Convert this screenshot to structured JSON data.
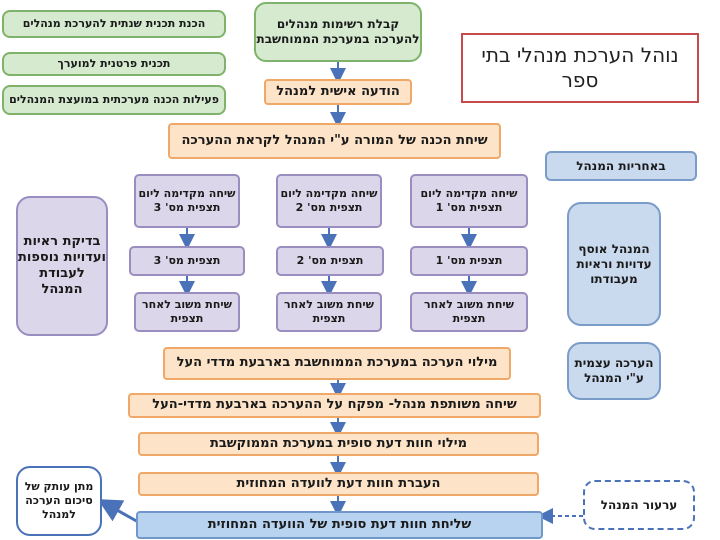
{
  "title": "נוהל הערכת מנהלי בתי ספר",
  "left_green": [
    "הכנת תכנית שנתית להערכת מנהלים",
    "תכנית פרטנית למוערך",
    "פעילות הכנה מערכתית במועצת המנהלים"
  ],
  "flow": {
    "receive_list": "קבלת רשימות מנהלים להערכה במערכת הממוחשבת",
    "personal_notice": "הודעה אישית למנהל",
    "prep_talk": "שיחת הכנה של המורה ע\"י המנהל לקראת ההערכה",
    "columns": [
      {
        "pre": "שיחה מקדימה ליום תצפית מס' 1",
        "obs": "תצפית מס'  1",
        "feedback": "שיחת משוב לאחר תצפית"
      },
      {
        "pre": "שיחה מקדימה ליום תצפית מס' 2",
        "obs": "תצפית מס'  2",
        "feedback": "שיחת משוב לאחר תצפית"
      },
      {
        "pre": "שיחה מקדימה ליום תצפית מס' 3",
        "obs": "תצפית מס'  3",
        "feedback": "שיחת משוב לאחר תצפית"
      }
    ],
    "fill_eval": "מילוי הערכה במערכת הממוחשבת בארבעת מדדי העל",
    "joint_talk": "שיחה משותפת מנהל- מפקח על ההערכה בארבעת מדדי-העל",
    "final_opinion": "מילוי חוות דעת סופית במערכת הממוקשבת",
    "transfer": "העברת חוות דעת לוועדה המחוזית",
    "send_final": "שליחת חוות דעת סופית של הוועדה המחוזית"
  },
  "left_lavender": "בדיקת ראיות ועדויות נוספות לעבודת המנהל",
  "right": {
    "responsibility": "באחריות המנהל",
    "collects": "המנהל אוסף עדויות וראיות מעבודתו",
    "self_eval": "הערכה עצמית ע\"י המנהל"
  },
  "copy_summary": "מתן עותק של סיכום הערכה למנהל",
  "appeal": "ערעור המנהל",
  "colors": {
    "green_fill": "#d6ead0",
    "green_border": "#7fb26a",
    "orange_fill": "#fde3c8",
    "orange_border": "#f0a868",
    "lavender_fill": "#dcd6ea",
    "blue_fill": "#c9d9ee",
    "arrow": "#4a72b8",
    "title_border": "#c84a4a"
  }
}
